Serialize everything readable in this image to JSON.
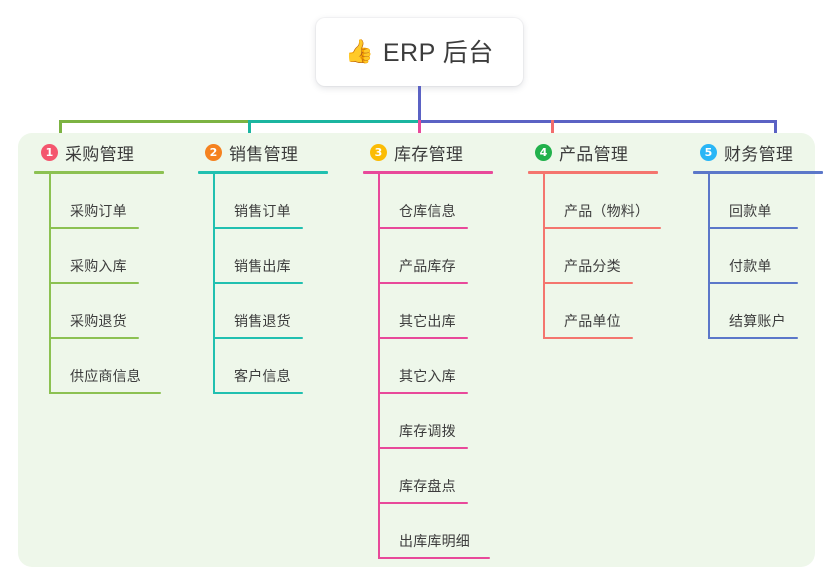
{
  "root": {
    "icon": "thumbs-up-emoji",
    "emoji": "👍",
    "title": "ERP 后台"
  },
  "panel": {
    "background_color": "#eef7ea"
  },
  "connector_colors": {
    "stem": "#5b62c4",
    "segment_green": "#7cb342",
    "segment_teal": "#1bb5a0",
    "segment_blue": "#5b62c4",
    "drop_1": "#7cb342",
    "drop_2": "#1bb5a0",
    "drop_3": "#e8499a",
    "drop_4": "#f26d6d",
    "drop_5": "#5b62c4"
  },
  "columns": [
    {
      "index": "1",
      "badge_color": "#f4566e",
      "rule_color": "#8cc152",
      "spine_color": "#8cc152",
      "title": "采购管理",
      "items": [
        {
          "label": "采购订单"
        },
        {
          "label": "采购入库"
        },
        {
          "label": "采购退货"
        },
        {
          "label": "供应商信息"
        }
      ]
    },
    {
      "index": "2",
      "badge_color": "#f58220",
      "rule_color": "#20c0b0",
      "spine_color": "#20c0b0",
      "title": "销售管理",
      "items": [
        {
          "label": "销售订单"
        },
        {
          "label": "销售出库"
        },
        {
          "label": "销售退货"
        },
        {
          "label": "客户信息"
        }
      ]
    },
    {
      "index": "3",
      "badge_color": "#fbbc05",
      "rule_color": "#e8499a",
      "spine_color": "#e8499a",
      "title": "库存管理",
      "items": [
        {
          "label": "仓库信息"
        },
        {
          "label": "产品库存"
        },
        {
          "label": "其它出库"
        },
        {
          "label": "其它入库"
        },
        {
          "label": "库存调拨"
        },
        {
          "label": "库存盘点"
        },
        {
          "label": "出库库明细"
        }
      ]
    },
    {
      "index": "4",
      "badge_color": "#22b14c",
      "rule_color": "#f4756e",
      "spine_color": "#f4756e",
      "title": "产品管理",
      "items": [
        {
          "label": "产品（物料）"
        },
        {
          "label": "产品分类"
        },
        {
          "label": "产品单位"
        }
      ]
    },
    {
      "index": "5",
      "badge_color": "#29b6f6",
      "rule_color": "#5b77c9",
      "spine_color": "#5b77c9",
      "title": "财务管理",
      "items": [
        {
          "label": "回款单"
        },
        {
          "label": "付款单"
        },
        {
          "label": "结算账户"
        }
      ]
    }
  ]
}
